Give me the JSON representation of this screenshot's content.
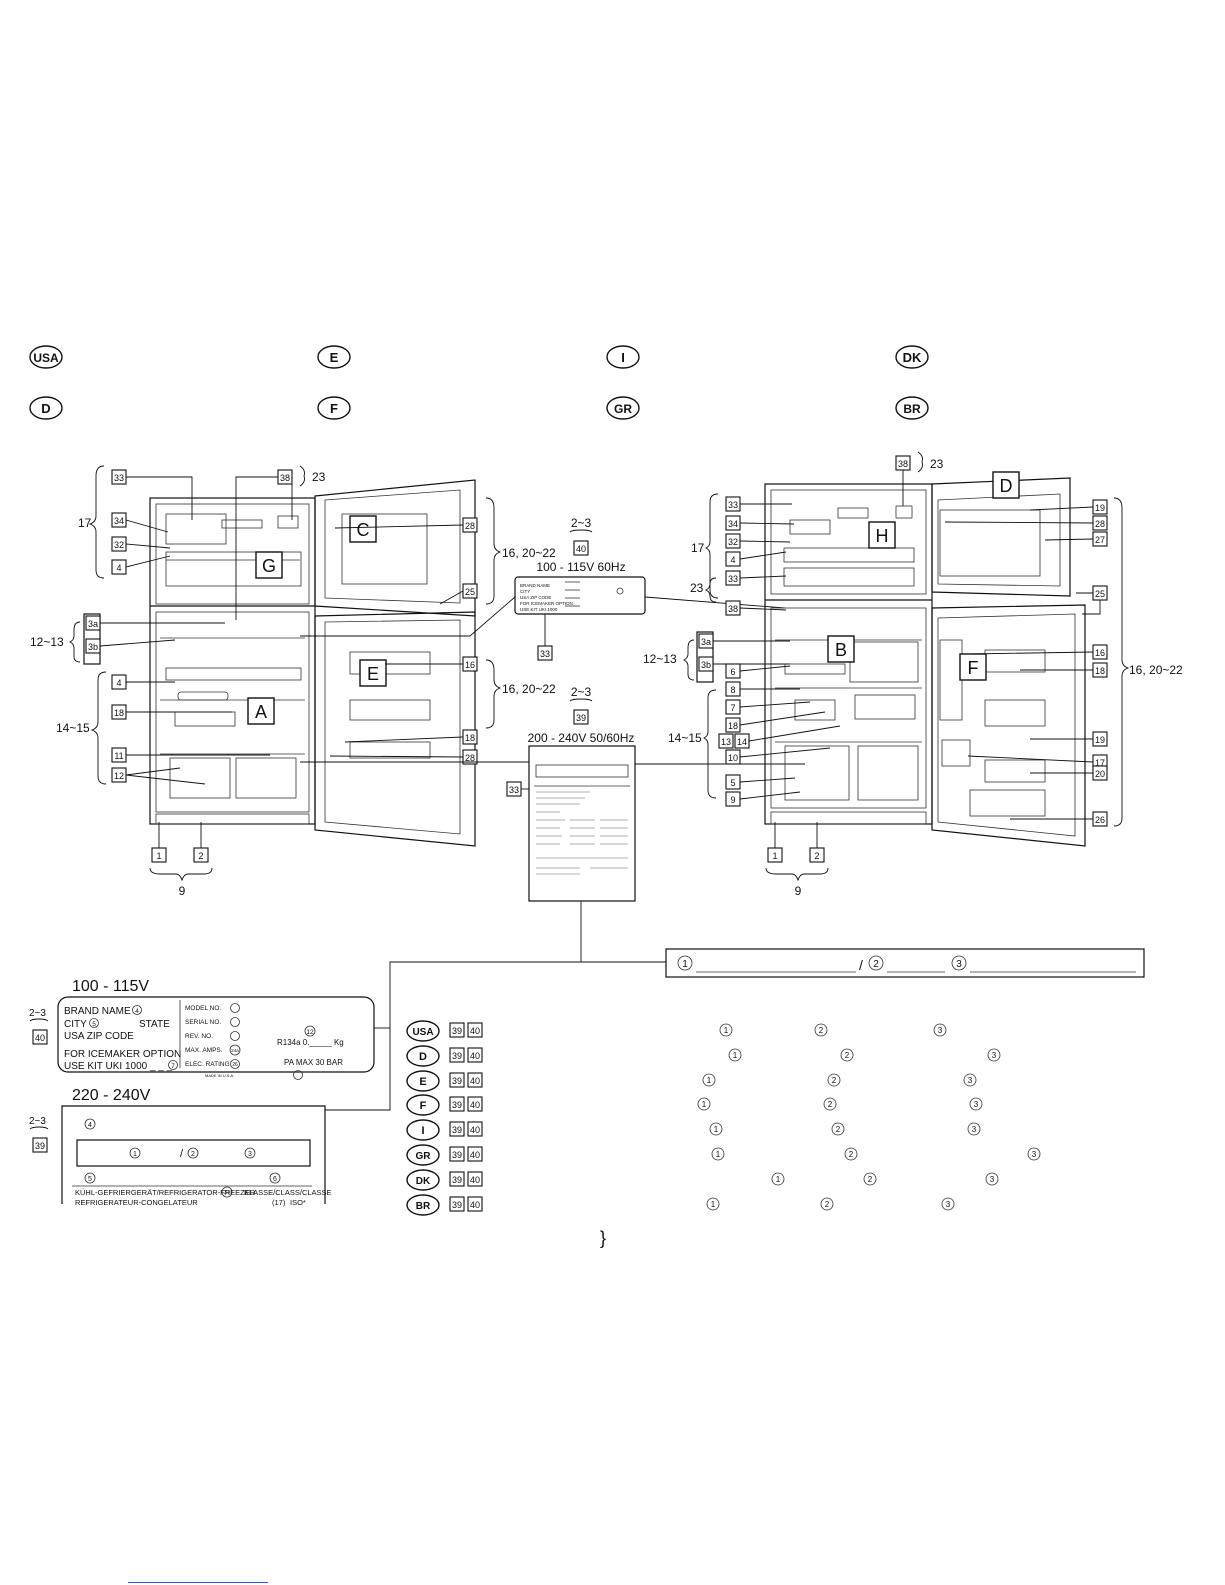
{
  "lang_row1": [
    "USA",
    "E",
    "I",
    "DK"
  ],
  "lang_row2": [
    "D",
    "F",
    "GR",
    "BR"
  ],
  "left_fridge": {
    "top_callouts": [
      "33",
      "38",
      "23"
    ],
    "left_callouts": [
      "34",
      "32",
      "4"
    ],
    "group_17": "17",
    "group_12_13": "12~13",
    "group_14_15": "14~15",
    "box_3a": "3a",
    "box_3b": "3b",
    "lower_left": [
      "4",
      "18",
      "11",
      "12"
    ],
    "right_callouts": [
      "28",
      "25",
      "16",
      "18",
      "28"
    ],
    "door_groups": [
      "16, 20~22",
      "16, 20~22"
    ],
    "letters": [
      "G",
      "C",
      "A",
      "E"
    ],
    "bottom": [
      "1",
      "2",
      "9"
    ]
  },
  "right_fridge": {
    "top_callouts": [
      "38",
      "23"
    ],
    "left_callouts": [
      "33",
      "34",
      "32",
      "4",
      "33"
    ],
    "group_17": "17",
    "group_23": "23",
    "box_38": "38",
    "group_12_13": "12~13",
    "box_3a": "3a",
    "box_3b": "3b",
    "group_14_15": "14~15",
    "lower_left": [
      "6",
      "8",
      "7",
      "18",
      "13",
      "14",
      "10",
      "5",
      "9"
    ],
    "right_callouts": [
      "19",
      "28",
      "27",
      "25",
      "16",
      "18",
      "19",
      "17",
      "20",
      "26"
    ],
    "door_group": "16, 20~22",
    "letters": [
      "D",
      "H",
      "B",
      "F"
    ],
    "bottom": [
      "1",
      "2",
      "9"
    ]
  },
  "plate_60hz": {
    "range": "2~3",
    "box": "40",
    "title": "100 - 115V 60Hz",
    "lines": [
      "BRAND NAME",
      "CITY",
      "USA ZIP CODE",
      "FOR ICEMAKER OPTION",
      "USE KIT UKI 1000"
    ],
    "callout": "33",
    "group_23": "23",
    "box_38": "38"
  },
  "plate_5060hz": {
    "range": "2~3",
    "box": "39",
    "title": "200 - 240V 50/60Hz",
    "callout": "33"
  },
  "detail_115": {
    "title": "100 - 115V",
    "range": "2~3",
    "box": "40",
    "brand": "BRAND NAME",
    "city": "CITY",
    "state": "STATE",
    "zip": "USA   ZIP CODE",
    "ice1": "FOR ICEMAKER OPTION",
    "ice2": "USE KIT UKI 1000 _ _ _",
    "fields": [
      "MODEL NO.",
      "SERIAL NO.",
      "REV. NO.",
      "MAX. AMPS.",
      "ELEC. RATING"
    ],
    "r134a": "R134a 0._____ Kg",
    "pa": "PA MAX 30 BAR",
    "made": "MADE IN U.S.A.",
    "num12": "12",
    "num4": "4",
    "num5": "5",
    "num7": "7",
    "num24a": "24a",
    "num26": "26"
  },
  "detail_240": {
    "title": "220 - 240V",
    "range": "2~3",
    "box": "39",
    "line1": "KÜHL-GEFRIERGERÄT/REFRIGERATOR-FREEZER",
    "line2": "REFRIGERATEUR-CONGELATEUR",
    "klasse": "KLASSE/CLASS/CLASSE",
    "iso": "ISO*",
    "n34": "34",
    "n17": "(17)",
    "n4": "4",
    "n5": "5",
    "n6": "6"
  },
  "record_line": {
    "n1": "1",
    "slash": "/",
    "n2": "2",
    "n3": "3"
  },
  "languages_list": [
    "USA",
    "D",
    "E",
    "F",
    "I",
    "GR",
    "DK",
    "BR"
  ],
  "list_boxes": [
    "39",
    "40"
  ],
  "closing_brace": "}"
}
